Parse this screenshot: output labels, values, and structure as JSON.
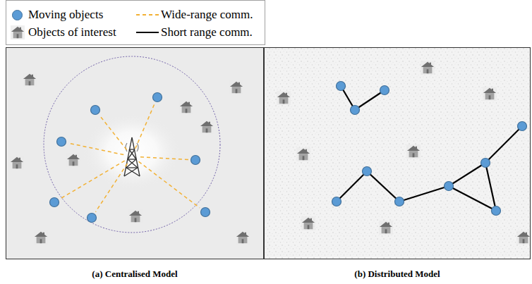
{
  "diagram": {
    "nodes": [
      {
        "text": [
          "(a) Centralised Model"
        ]
      },
      {
        "text": [
          "(b) Distributed Model"
        ]
      }
    ],
    "legend": [
      {
        "text": "Moving objects",
        "color": "#5b9bd5"
      },
      {
        "text": "Objects of interest"
      },
      {
        "text": "Wide-range comm."
      },
      {
        "text": "Short range comm."
      }
    ]
  }
}
